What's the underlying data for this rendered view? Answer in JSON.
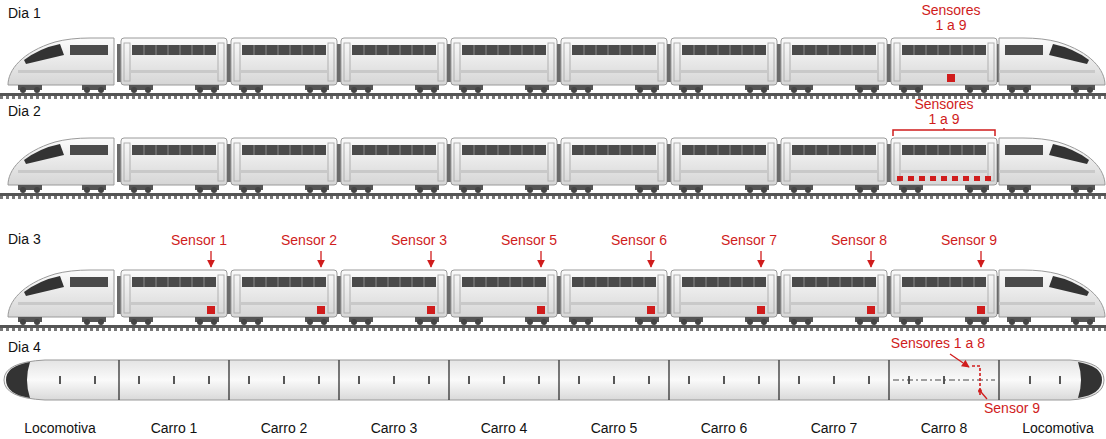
{
  "diagram": {
    "labels": [
      "Dia 1",
      "Sensores 1 a 9",
      "Dia 2",
      "Sensores 1 a 9",
      "Dia 3",
      "Sensor 1",
      "Sensor 2",
      "Sensor 3",
      "Sensor 5",
      "Sensor 6",
      "Sensor 7",
      "Sensor 8",
      "Sensor 9",
      "Dia 4",
      "Sensores 1 a 8",
      "Sensor 9",
      "Locomotiva",
      "Carro 1",
      "Carro 2",
      "Carro 3",
      "Carro 4",
      "Carro 5",
      "Carro 6",
      "Carro 7",
      "Carro 8",
      "Locomotiva"
    ]
  }
}
